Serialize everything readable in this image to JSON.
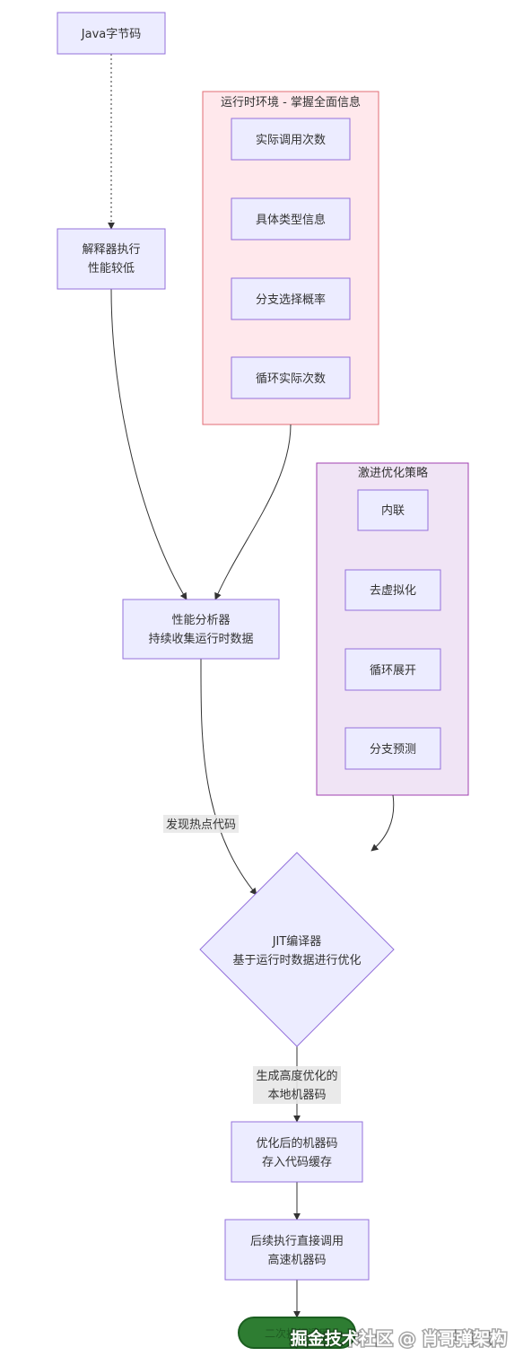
{
  "nodes": {
    "bytecode": "Java字节码",
    "interpreter": [
      "解释器执行",
      "性能较低"
    ],
    "profiler": [
      "性能分析器",
      "持续收集运行时数据"
    ],
    "jit": [
      "JIT编译器",
      "基于运行时数据进行优化"
    ],
    "optimized_code": [
      "优化后的机器码",
      "存入代码缓存"
    ],
    "subsequent": [
      "后续执行直接调用",
      "高速机器码"
    ],
    "final": "二次执行调用"
  },
  "runtime_cluster": {
    "title": "运行时环境 - 掌握全面信息",
    "items": [
      "实际调用次数",
      "具体类型信息",
      "分支选择概率",
      "循环实际次数"
    ]
  },
  "optimization_cluster": {
    "title": "激进优化策略",
    "items": [
      "内联",
      "去虚拟化",
      "循环展开",
      "分支预测"
    ]
  },
  "edge_labels": {
    "hotspot": "发现热点代码",
    "generate": [
      "生成高度优化的",
      "本地机器码"
    ]
  },
  "watermark": "掘金技术社区 @ 肖哥弹架构",
  "colors": {
    "node_fill": "#ECECFF",
    "node_stroke": "#9370DB",
    "runtime_cluster_fill": "#FFE8EC",
    "runtime_cluster_stroke": "#E06C75",
    "optimization_cluster_fill": "#F0E4F5",
    "optimization_cluster_stroke": "#A040B0",
    "final_fill": "#2E7D32"
  }
}
